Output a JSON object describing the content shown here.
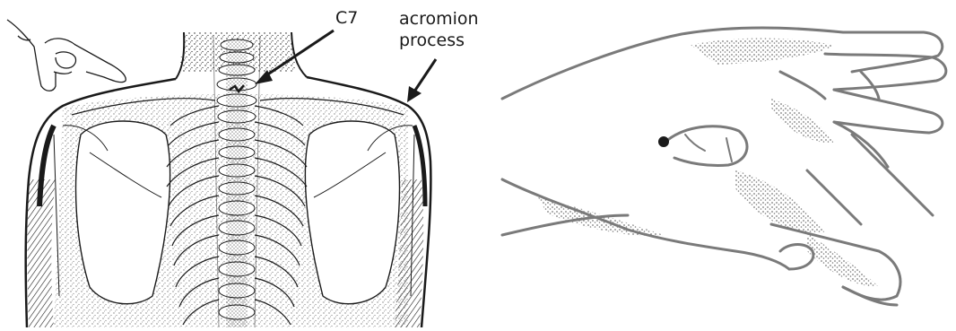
{
  "labels": {
    "c7": "C7",
    "acromion_line1": "acromion",
    "acromion_line2": "process"
  },
  "colors": {
    "ink": "#1a1a1a",
    "gray_ink": "#7a7a7a",
    "background": "#ffffff"
  },
  "icons": {
    "pointing_hand": "pointing-hand-icon"
  }
}
